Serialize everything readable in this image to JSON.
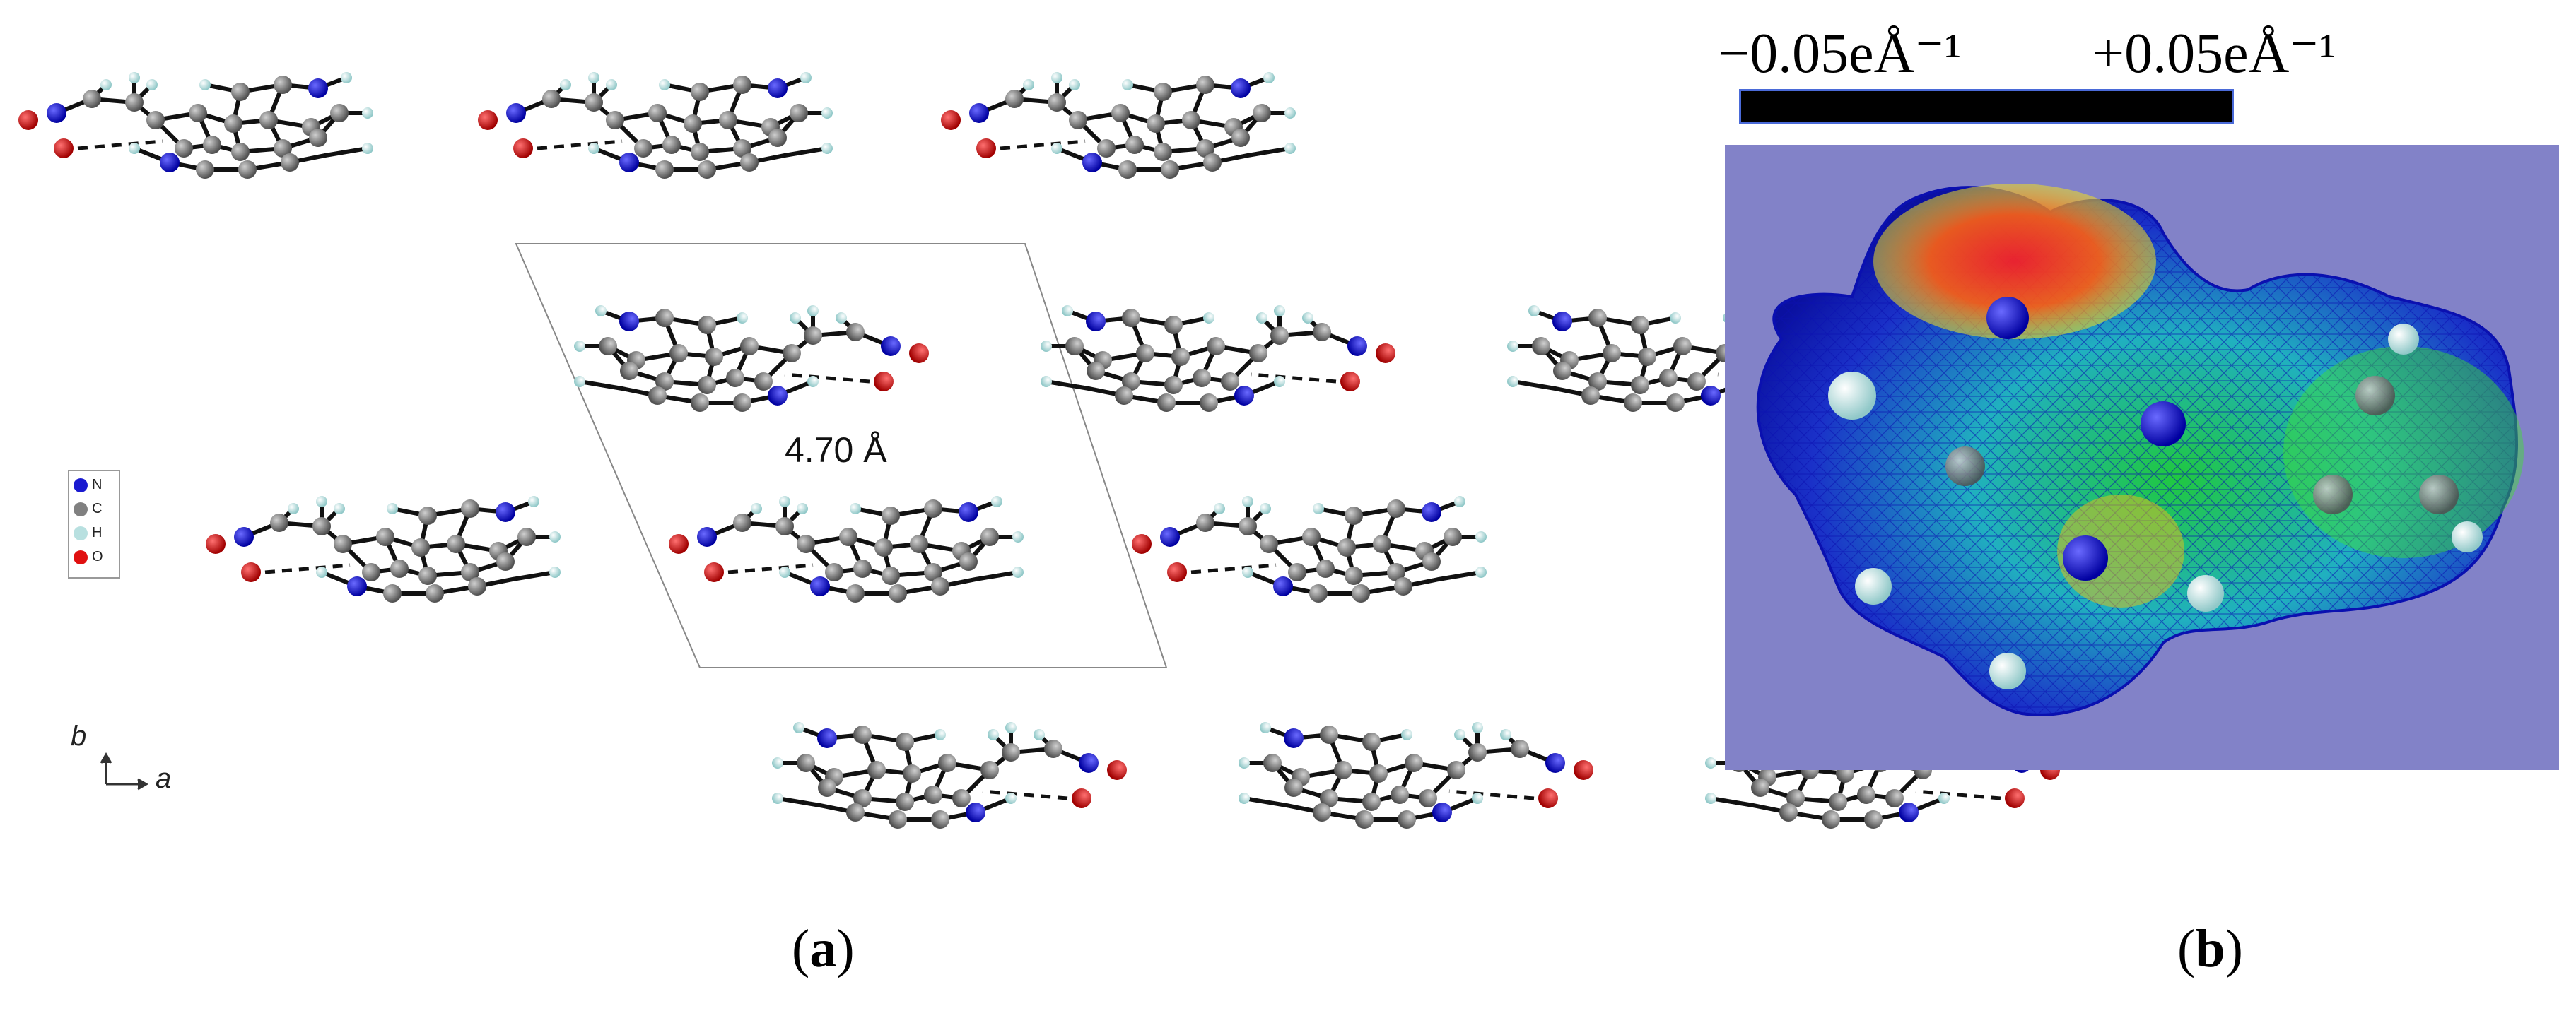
{
  "panels": {
    "a": {
      "label": "a"
    },
    "b": {
      "label": "b"
    }
  },
  "crystal": {
    "distance_label": "4.70 Å",
    "legend": [
      {
        "symbol": "N",
        "color": "#1a1ad0"
      },
      {
        "symbol": "C",
        "color": "#808080"
      },
      {
        "symbol": "H",
        "color": "#b8e0e0"
      },
      {
        "symbol": "O",
        "color": "#e01010"
      }
    ],
    "axes": {
      "b": "b",
      "a": "a"
    }
  },
  "esp": {
    "scale_min": "−0.05eÅ⁻¹",
    "scale_max": "+0.05eÅ⁻¹",
    "background_color": "#8282c8"
  }
}
